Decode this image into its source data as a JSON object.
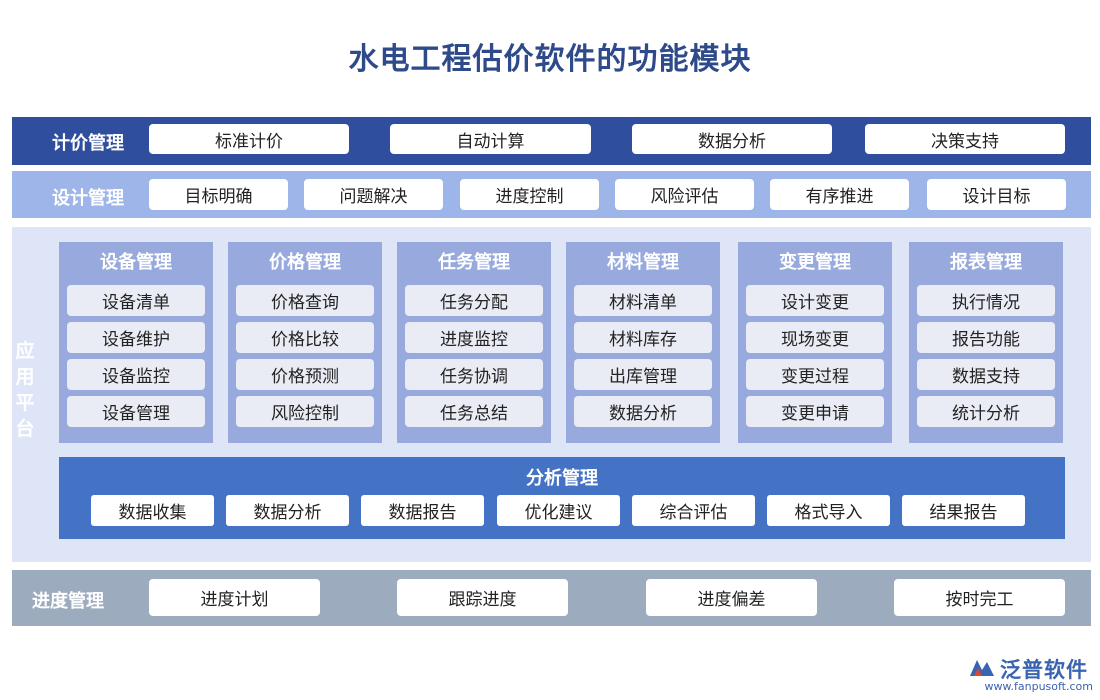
{
  "title": "水电工程估价软件的功能模块",
  "pricing": {
    "label": "计价管理",
    "items": [
      "标准计价",
      "自动计算",
      "数据分析",
      "决策支持"
    ]
  },
  "design": {
    "label": "设计管理",
    "items": [
      "目标明确",
      "问题解决",
      "进度控制",
      "风险评估",
      "有序推进",
      "设计目标"
    ]
  },
  "app_platform": {
    "label": "应用平台",
    "modules": [
      {
        "title": "设备管理",
        "items": [
          "设备清单",
          "设备维护",
          "设备监控",
          "设备管理"
        ]
      },
      {
        "title": "价格管理",
        "items": [
          "价格查询",
          "价格比较",
          "价格预测",
          "风险控制"
        ]
      },
      {
        "title": "任务管理",
        "items": [
          "任务分配",
          "进度监控",
          "任务协调",
          "任务总结"
        ]
      },
      {
        "title": "材料管理",
        "items": [
          "材料清单",
          "材料库存",
          "出库管理",
          "数据分析"
        ]
      },
      {
        "title": "变更管理",
        "items": [
          "设计变更",
          "现场变更",
          "变更过程",
          "变更申请"
        ]
      },
      {
        "title": "报表管理",
        "items": [
          "执行情况",
          "报告功能",
          "数据支持",
          "统计分析"
        ]
      }
    ],
    "analysis": {
      "title": "分析管理",
      "items": [
        "数据收集",
        "数据分析",
        "数据报告",
        "优化建议",
        "综合评估",
        "格式导入",
        "结果报告"
      ]
    }
  },
  "progress": {
    "label": "进度管理",
    "items": [
      "进度计划",
      "跟踪进度",
      "进度偏差",
      "按时完工"
    ]
  },
  "logo": {
    "name": "泛普软件",
    "url": "www.fanpusoft.com",
    "color": "#3a63b0"
  },
  "colors": {
    "title": "#2e4a8a",
    "pricing_band": "#2f4f9e",
    "design_band": "#9db5e8",
    "platform_bg": "#dde5f7",
    "module_col": "#97a9dd",
    "analysis_bg": "#4472c4",
    "progress_band": "#9dabbf"
  }
}
